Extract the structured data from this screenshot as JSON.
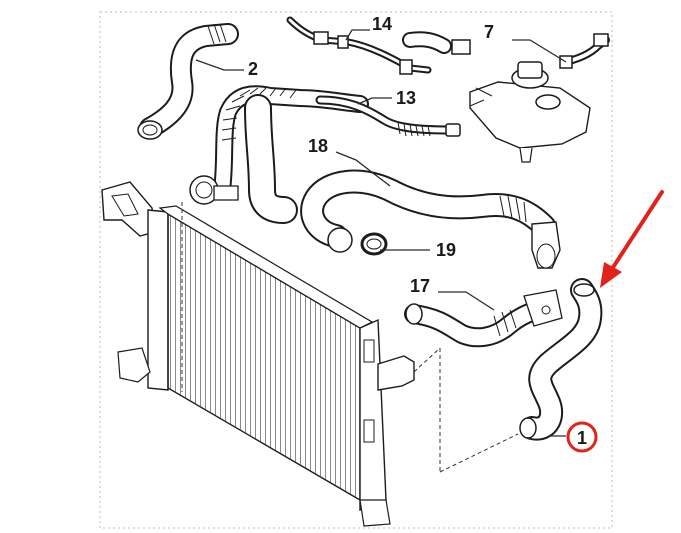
{
  "callouts": [
    {
      "id": "label-1",
      "text": "1"
    },
    {
      "id": "label-2",
      "text": "2"
    },
    {
      "id": "label-7",
      "text": "7"
    },
    {
      "id": "label-13",
      "text": "13"
    },
    {
      "id": "label-14",
      "text": "14"
    },
    {
      "id": "label-17",
      "text": "17"
    },
    {
      "id": "label-18",
      "text": "18"
    },
    {
      "id": "label-19",
      "text": "19"
    }
  ],
  "colors": {
    "highlight": "#e2231a",
    "line": "#1c1c1c",
    "background": "#ffffff"
  }
}
